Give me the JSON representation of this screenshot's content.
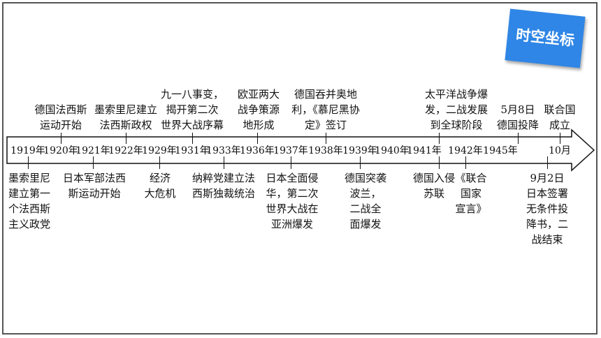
{
  "badge": "时空坐标",
  "years": [
    {
      "id": "1919",
      "label": "1919年"
    },
    {
      "id": "1920",
      "label": "1920年"
    },
    {
      "id": "1921",
      "label": "1921年"
    },
    {
      "id": "1922",
      "label": "1922年"
    },
    {
      "id": "1929",
      "label": "1929年"
    },
    {
      "id": "1931",
      "label": "1931年"
    },
    {
      "id": "1933",
      "label": "1933年"
    },
    {
      "id": "1936",
      "label": "1936年"
    },
    {
      "id": "1937",
      "label": "1937年"
    },
    {
      "id": "1938",
      "label": "1938年"
    },
    {
      "id": "1939",
      "label": "1939年"
    },
    {
      "id": "1940",
      "label": "1940年"
    },
    {
      "id": "1941",
      "label": "1941年"
    },
    {
      "id": "1942",
      "label": "1942年"
    },
    {
      "id": "1945",
      "label": "1945年"
    },
    {
      "id": "1945-10",
      "label": "10月"
    }
  ],
  "events_above": [
    {
      "id": "1920",
      "text": "德国法西斯\n运动开始"
    },
    {
      "id": "1922",
      "text": "墨索里尼建立\n法西斯政权"
    },
    {
      "id": "1931",
      "text": "九一八事变，\n揭开第二次\n世界大战序幕"
    },
    {
      "id": "1936",
      "text": "欧亚两大\n战争策源\n地形成"
    },
    {
      "id": "1938",
      "text": "德国吞并奥地\n利，《慕尼黑协\n定》签订"
    },
    {
      "id": "1941",
      "text": "太平洋战争爆\n发，二战发展\n到全球阶段"
    },
    {
      "id": "1945-05",
      "text": "5月8日\n德国投降"
    },
    {
      "id": "1945-10",
      "text": "联合国\n成立"
    }
  ],
  "events_below": [
    {
      "id": "1919",
      "text": "墨索里尼\n建立第一\n个法西斯\n主义政党"
    },
    {
      "id": "1921",
      "text": "日本军部法西\n斯运动开始"
    },
    {
      "id": "1929",
      "text": "经济\n大危机"
    },
    {
      "id": "1933",
      "text": "纳粹党建立法\n西斯独裁统治"
    },
    {
      "id": "1937",
      "text": "日本全面侵\n华，第二次\n世界大战在\n亚洲爆发"
    },
    {
      "id": "1939",
      "text": "德国突袭\n波兰，\n二战全\n面爆发"
    },
    {
      "id": "1941",
      "text": "德国入侵\n苏联"
    },
    {
      "id": "1942",
      "text": "《联合\n国家\n宣言》"
    },
    {
      "id": "1945-09",
      "text": "9月2日\n日本签署\n无条件投\n降书，二\n战结束"
    }
  ]
}
